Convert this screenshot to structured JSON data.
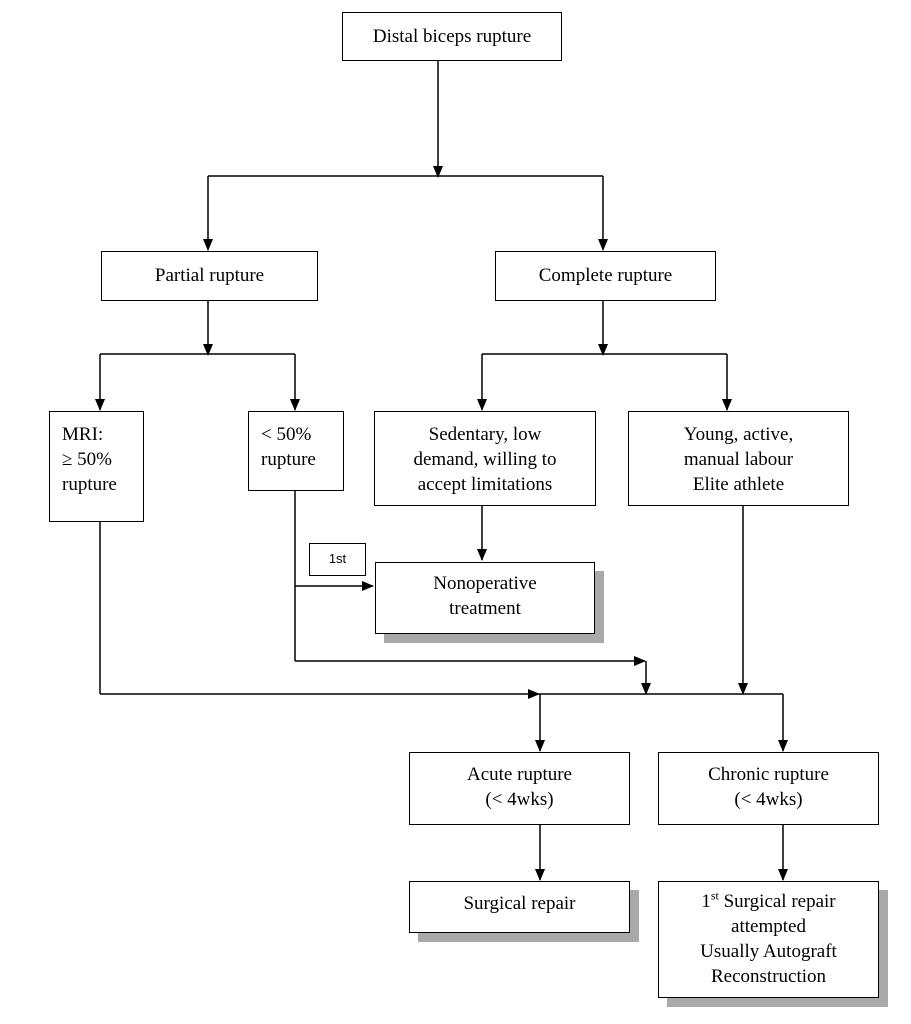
{
  "nodes": {
    "root": [
      "Distal biceps rupture"
    ],
    "partial": [
      "Partial rupture"
    ],
    "complete": [
      "Complete rupture"
    ],
    "mri": [
      "MRI:",
      "≥ 50%",
      "rupture"
    ],
    "lt50": [
      "< 50%",
      "rupture"
    ],
    "sedentary": [
      "Sedentary, low",
      "demand, willing to",
      "accept limitations"
    ],
    "young": [
      "Young, active,",
      "manual labour",
      "Elite athlete"
    ],
    "nonop": [
      "Nonoperative",
      "treatment"
    ],
    "acute": [
      "Acute rupture",
      "(< 4wks)"
    ],
    "chronic": [
      "Chronic rupture",
      "(< 4wks)"
    ],
    "surgical": [
      "Surgical repair"
    ],
    "chronic_treatment": {
      "line1_num": "1",
      "line1_sup": "st",
      "line1_rest": " Surgical repair",
      "line2": "attempted",
      "line3": "Usually Autograft",
      "line4": "Reconstruction"
    }
  },
  "edge_label": "1st"
}
